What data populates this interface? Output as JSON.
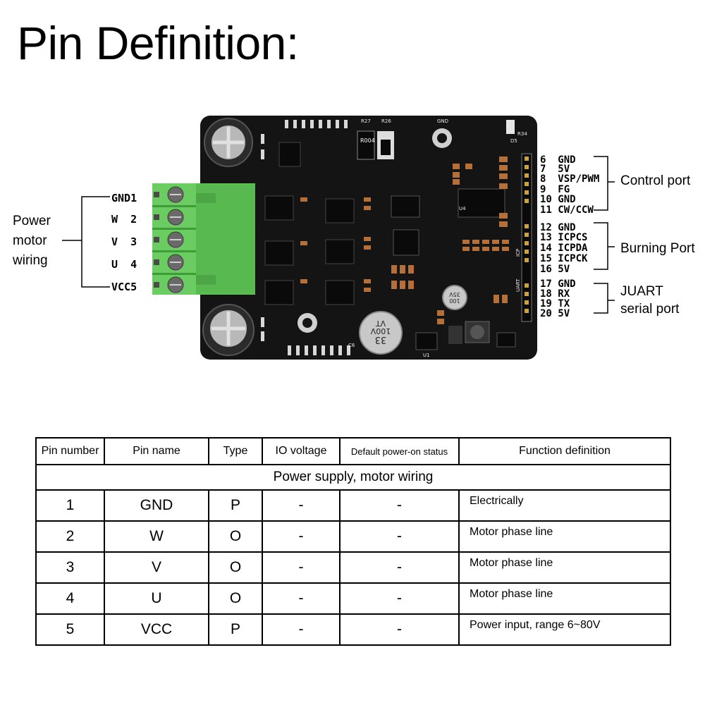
{
  "title": "Pin Definition:",
  "board": {
    "left_pins": [
      "GND1",
      "W  2",
      "V  3",
      "U  4",
      "VCC5"
    ],
    "left_label": [
      "Power",
      "motor",
      "wiring"
    ],
    "right_groups": [
      {
        "label": [
          "Control port"
        ],
        "pins": [
          "6  GND",
          "7  5V",
          "8  VSP/PWM",
          "9  FG",
          "10 GND",
          "11 CW/CCW"
        ]
      },
      {
        "label": [
          "Burning Port"
        ],
        "pins": [
          "12 GND",
          "13 ICPCS",
          "14 ICPDA",
          "15 ICPCK",
          "16 5V"
        ]
      },
      {
        "label": [
          "JUART",
          "serial port"
        ],
        "pins": [
          "17 GND",
          "18 RX",
          "19 TX",
          "20 5V"
        ]
      }
    ],
    "silkscreen": {
      "gnd": "GND",
      "r27": "R27",
      "r26": "R26",
      "r004": "R004",
      "r34": "R34",
      "d5": "D5",
      "cap": [
        "33",
        "100V",
        "VT"
      ],
      "cap_small": [
        "100",
        "35V"
      ],
      "c6": "C6",
      "u1": "U1",
      "u4": "U4",
      "icp": "ICP",
      "uart": "UART"
    }
  },
  "table": {
    "headers": [
      "Pin number",
      "Pin name",
      "Type",
      "IO voltage",
      "Default power-on status",
      "Function definition"
    ],
    "section": "Power supply, motor wiring",
    "rows": [
      {
        "num": "1",
        "name": "GND",
        "type": "P",
        "io": "-",
        "status": "-",
        "function": "Electrically"
      },
      {
        "num": "2",
        "name": "W",
        "type": "O",
        "io": "-",
        "status": "-",
        "function": "Motor phase line"
      },
      {
        "num": "3",
        "name": "V",
        "type": "O",
        "io": "-",
        "status": "-",
        "function": "Motor phase line"
      },
      {
        "num": "4",
        "name": "U",
        "type": "O",
        "io": "-",
        "status": "-",
        "function": "Motor phase line"
      },
      {
        "num": "5",
        "name": "VCC",
        "type": "P",
        "io": "-",
        "status": "-",
        "function": "Power input, range 6~80V"
      }
    ]
  },
  "colors": {
    "pcb": "#141414",
    "terminal": "#5bbf52",
    "terminal_dark": "#3f9a3a",
    "silk": "#e8e8e8"
  }
}
